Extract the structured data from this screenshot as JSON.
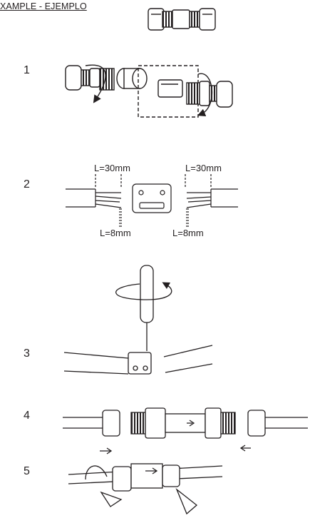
{
  "header": {
    "title": "XAMPLE - EJEMPLO"
  },
  "steps": [
    "1",
    "2",
    "3",
    "4",
    "5"
  ],
  "step2": {
    "left_top": "L=30mm",
    "right_top": "L=30mm",
    "left_bottom": "L=8mm",
    "right_bottom": "L=8mm"
  }
}
